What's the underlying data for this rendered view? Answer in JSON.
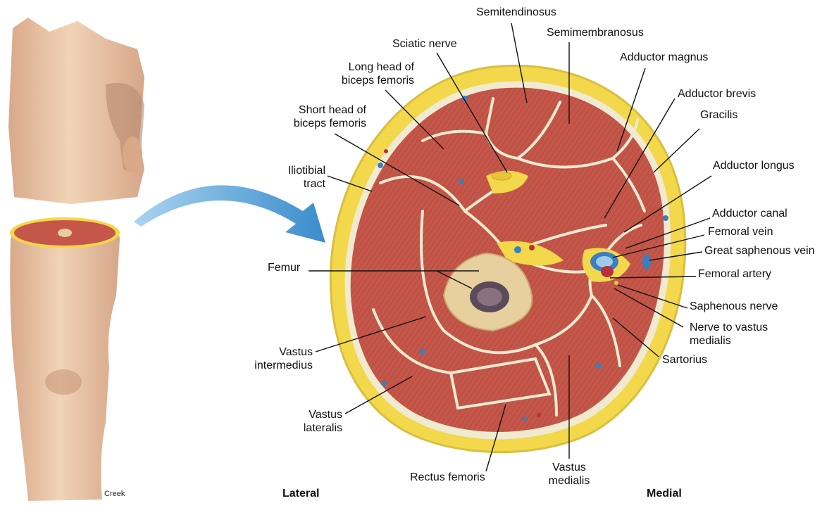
{
  "labels": {
    "semitendinosus": "Semitendinosus",
    "semimembranosus": "Semimembranosus",
    "sciatic_nerve": "Sciatic nerve",
    "adductor_magnus": "Adductor magnus",
    "long_head_biceps": "Long head of\nbiceps femoris",
    "adductor_brevis": "Adductor brevis",
    "gracilis": "Gracilis",
    "short_head_biceps": "Short head of\nbiceps femoris",
    "iliotibial_tract": "Iliotibial\ntract",
    "adductor_longus": "Adductor longus",
    "adductor_canal": "Adductor canal",
    "femoral_vein": "Femoral vein",
    "great_saphenous_vein": "Great saphenous vein",
    "femur": "Femur",
    "femoral_artery": "Femoral artery",
    "saphenous_nerve": "Saphenous nerve",
    "nerve_to_vastus_medialis": "Nerve to vastus\nmedialis",
    "sartorius": "Sartorius",
    "vastus_intermedius": "Vastus\nintermedius",
    "vastus_lateralis": "Vastus\nlateralis",
    "rectus_femoris": "Rectus femoris",
    "vastus_medialis": "Vastus\nmedialis",
    "lateral": "Lateral",
    "medial": "Medial"
  },
  "signature": "Creek",
  "colors": {
    "muscle": "#c4574a",
    "muscle_dark": "#a8412f",
    "fat": "#f2d84a",
    "fascia": "#f0ead0",
    "bone": "#e8cf9e",
    "marrow": "#5b4b5a",
    "vein": "#3a7fc0",
    "artery": "#b8303a",
    "nerve": "#e9c43a",
    "skin": "#e7bf9c",
    "arrow": "#4f9fd6"
  }
}
